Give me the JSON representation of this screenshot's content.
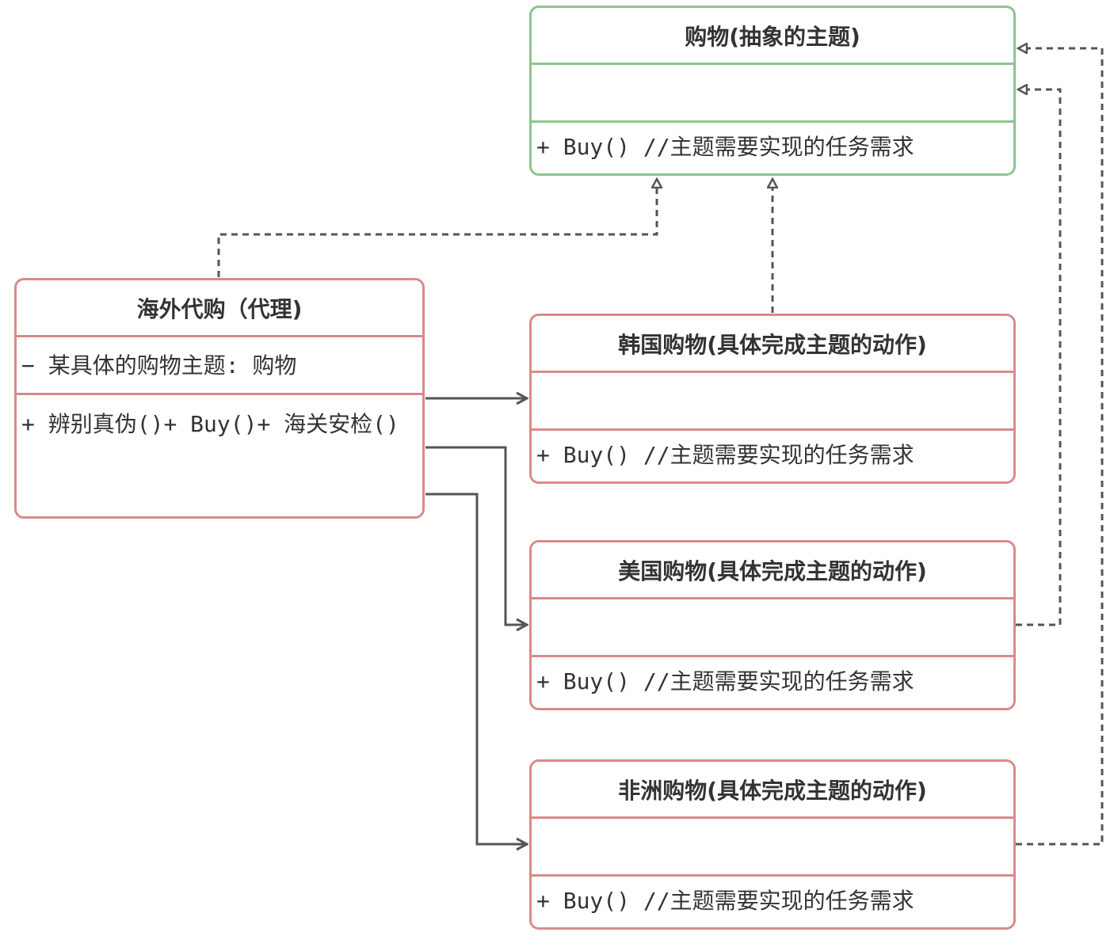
{
  "subject": {
    "title": "购物(抽象的主题)",
    "operation": "+ Buy() //主题需要实现的任务需求"
  },
  "proxy": {
    "title": "海外代购（代理)",
    "attribute": "− 某具体的购物主题: 购物",
    "operations": [
      "+ 辨别真伪()",
      "+ Buy()",
      "+ 海关安检()"
    ]
  },
  "real_subjects": [
    {
      "title": "韩国购物(具体完成主题的动作)",
      "operation": "+ Buy() //主题需要实现的任务需求"
    },
    {
      "title": "美国购物(具体完成主题的动作)",
      "operation": "+ Buy() //主题需要实现的任务需求"
    },
    {
      "title": "非洲购物(具体完成主题的动作)",
      "operation": "+ Buy() //主题需要实现的任务需求"
    }
  ],
  "colors": {
    "abstract_border": "#8dc48f",
    "concrete_border": "#d98a8a",
    "edge": "#555555",
    "text": "#333333"
  }
}
